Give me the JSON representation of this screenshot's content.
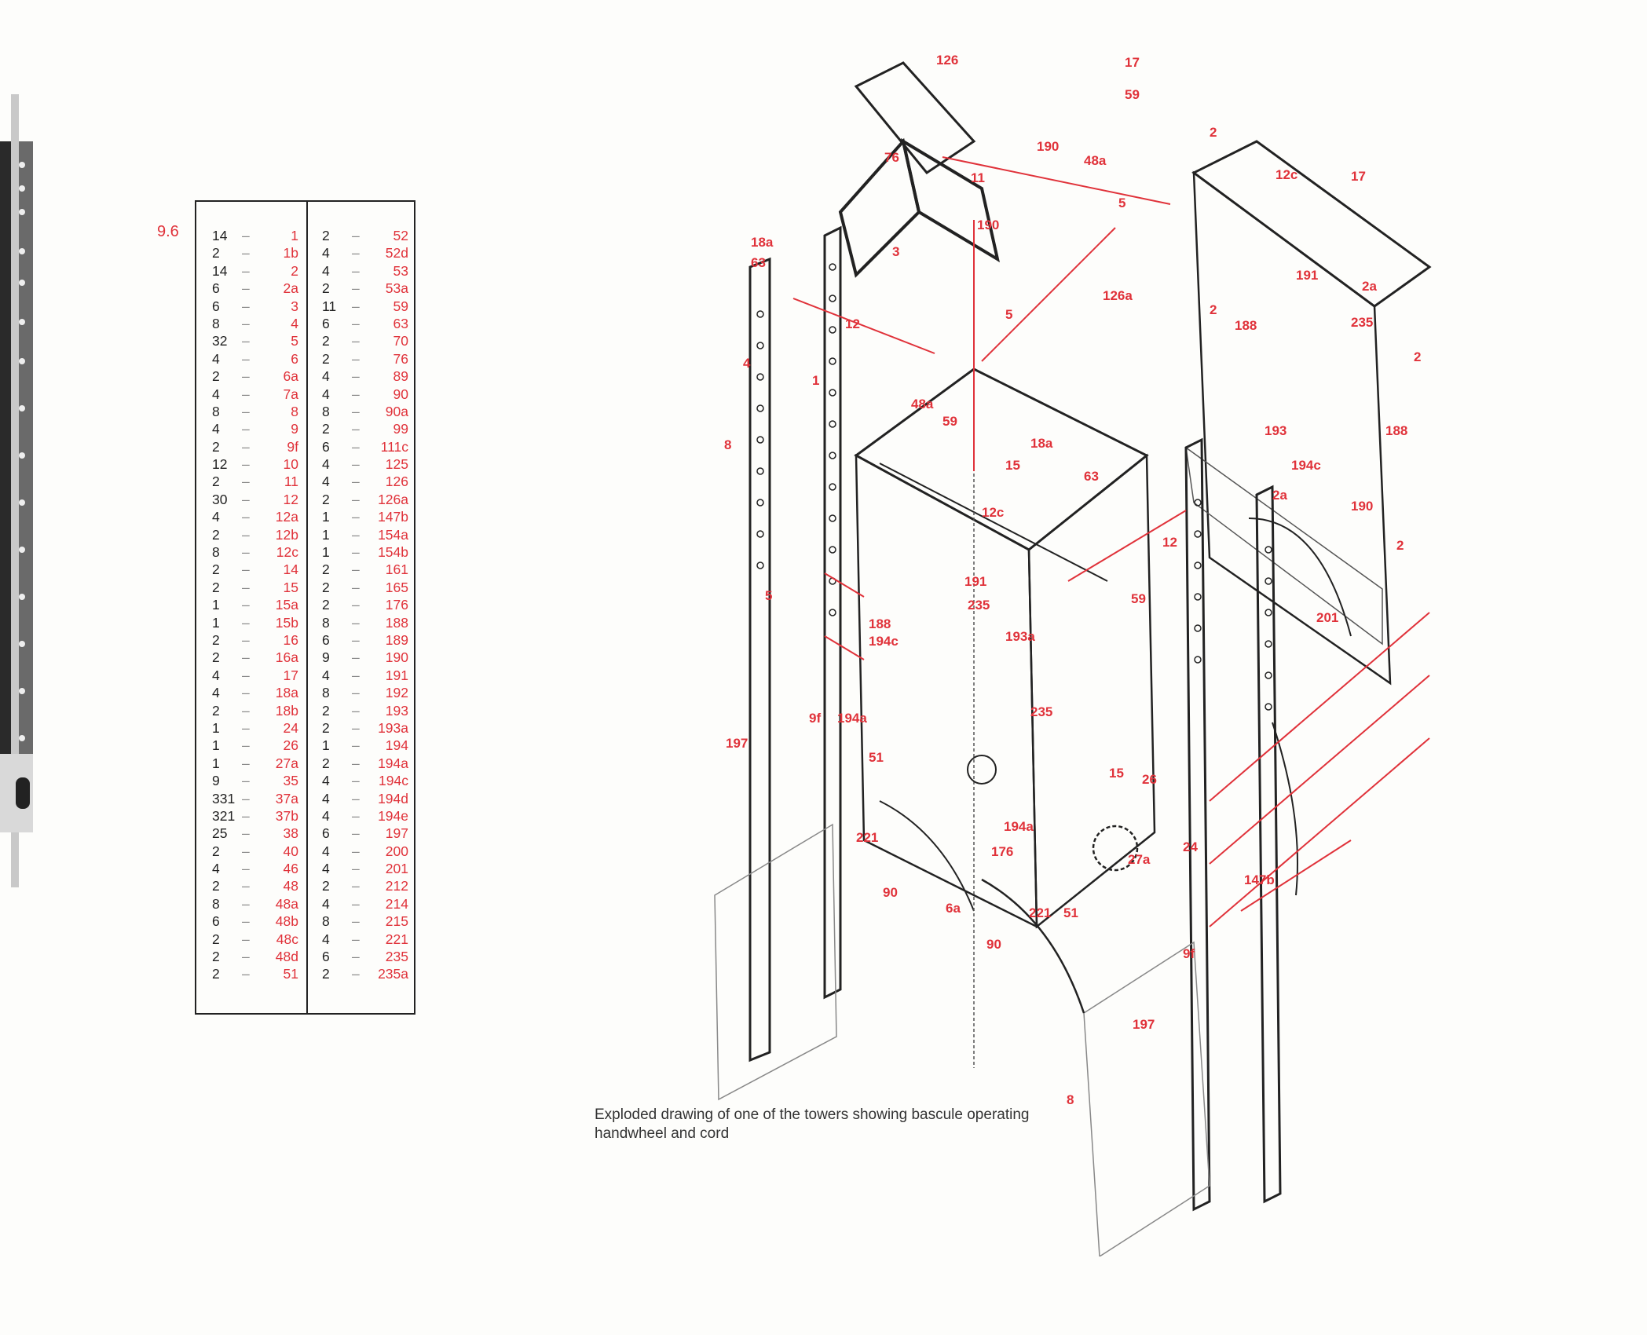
{
  "model_number": "9.6",
  "parts_list": {
    "left": [
      {
        "qty": "14",
        "part": "1"
      },
      {
        "qty": "2",
        "part": "1b"
      },
      {
        "qty": "14",
        "part": "2"
      },
      {
        "qty": "6",
        "part": "2a"
      },
      {
        "qty": "6",
        "part": "3"
      },
      {
        "qty": "8",
        "part": "4"
      },
      {
        "qty": "32",
        "part": "5"
      },
      {
        "qty": "4",
        "part": "6"
      },
      {
        "qty": "2",
        "part": "6a"
      },
      {
        "qty": "4",
        "part": "7a"
      },
      {
        "qty": "8",
        "part": "8"
      },
      {
        "qty": "4",
        "part": "9"
      },
      {
        "qty": "2",
        "part": "9f"
      },
      {
        "qty": "12",
        "part": "10"
      },
      {
        "qty": "2",
        "part": "11"
      },
      {
        "qty": "30",
        "part": "12"
      },
      {
        "qty": "4",
        "part": "12a"
      },
      {
        "qty": "2",
        "part": "12b"
      },
      {
        "qty": "8",
        "part": "12c"
      },
      {
        "qty": "2",
        "part": "14"
      },
      {
        "qty": "2",
        "part": "15"
      },
      {
        "qty": "1",
        "part": "15a"
      },
      {
        "qty": "1",
        "part": "15b"
      },
      {
        "qty": "2",
        "part": "16"
      },
      {
        "qty": "2",
        "part": "16a"
      },
      {
        "qty": "4",
        "part": "17"
      },
      {
        "qty": "4",
        "part": "18a"
      },
      {
        "qty": "2",
        "part": "18b"
      },
      {
        "qty": "1",
        "part": "24"
      },
      {
        "qty": "1",
        "part": "26"
      },
      {
        "qty": "1",
        "part": "27a"
      },
      {
        "qty": "9",
        "part": "35"
      },
      {
        "qty": "331",
        "part": "37a"
      },
      {
        "qty": "321",
        "part": "37b"
      },
      {
        "qty": "25",
        "part": "38"
      },
      {
        "qty": "2",
        "part": "40"
      },
      {
        "qty": "4",
        "part": "46"
      },
      {
        "qty": "2",
        "part": "48"
      },
      {
        "qty": "8",
        "part": "48a"
      },
      {
        "qty": "6",
        "part": "48b"
      },
      {
        "qty": "2",
        "part": "48c"
      },
      {
        "qty": "2",
        "part": "48d"
      },
      {
        "qty": "2",
        "part": "51"
      }
    ],
    "right": [
      {
        "qty": "2",
        "part": "52"
      },
      {
        "qty": "4",
        "part": "52d"
      },
      {
        "qty": "4",
        "part": "53"
      },
      {
        "qty": "2",
        "part": "53a"
      },
      {
        "qty": "11",
        "part": "59"
      },
      {
        "qty": "6",
        "part": "63"
      },
      {
        "qty": "2",
        "part": "70"
      },
      {
        "qty": "2",
        "part": "76"
      },
      {
        "qty": "4",
        "part": "89"
      },
      {
        "qty": "4",
        "part": "90"
      },
      {
        "qty": "8",
        "part": "90a"
      },
      {
        "qty": "2",
        "part": "99"
      },
      {
        "qty": "6",
        "part": "111c"
      },
      {
        "qty": "4",
        "part": "125"
      },
      {
        "qty": "4",
        "part": "126"
      },
      {
        "qty": "2",
        "part": "126a"
      },
      {
        "qty": "1",
        "part": "147b"
      },
      {
        "qty": "1",
        "part": "154a"
      },
      {
        "qty": "1",
        "part": "154b"
      },
      {
        "qty": "2",
        "part": "161"
      },
      {
        "qty": "2",
        "part": "165"
      },
      {
        "qty": "2",
        "part": "176"
      },
      {
        "qty": "8",
        "part": "188"
      },
      {
        "qty": "6",
        "part": "189"
      },
      {
        "qty": "9",
        "part": "190"
      },
      {
        "qty": "4",
        "part": "191"
      },
      {
        "qty": "8",
        "part": "192"
      },
      {
        "qty": "2",
        "part": "193"
      },
      {
        "qty": "2",
        "part": "193a"
      },
      {
        "qty": "1",
        "part": "194"
      },
      {
        "qty": "2",
        "part": "194a"
      },
      {
        "qty": "4",
        "part": "194c"
      },
      {
        "qty": "4",
        "part": "194d"
      },
      {
        "qty": "4",
        "part": "194e"
      },
      {
        "qty": "6",
        "part": "197"
      },
      {
        "qty": "4",
        "part": "200"
      },
      {
        "qty": "4",
        "part": "201"
      },
      {
        "qty": "2",
        "part": "212"
      },
      {
        "qty": "4",
        "part": "214"
      },
      {
        "qty": "8",
        "part": "215"
      },
      {
        "qty": "4",
        "part": "221"
      },
      {
        "qty": "6",
        "part": "235"
      },
      {
        "qty": "2",
        "part": "235a"
      }
    ]
  },
  "dash": "–",
  "diagram_labels": {
    "l126": "126",
    "l17a": "17",
    "l59a": "59",
    "l76": "76",
    "l190a": "190",
    "l48a": "48a",
    "l11": "11",
    "l5a": "5",
    "l190b": "190",
    "l3": "3",
    "l126a": "126a",
    "l5b": "5",
    "l12c_a": "12c",
    "l17b": "17",
    "l2a": "2",
    "l191a": "191",
    "l2a_a": "2a",
    "l2b": "2",
    "l18a_a": "18a",
    "l63a": "63",
    "l4": "4",
    "l12a": "12",
    "l1": "1",
    "l188a": "188",
    "l235a": "235",
    "l2c": "2",
    "l48a_b": "48a",
    "l59b": "59",
    "l193": "193",
    "l188b": "188",
    "l8a": "8",
    "l15a": "15",
    "l18a_b": "18a",
    "l63b": "63",
    "l194c_a": "194c",
    "l2a_b": "2a",
    "l12c_b": "12c",
    "l190c": "190",
    "l12b": "12",
    "l2d": "2",
    "l191b": "191",
    "l59c": "59",
    "l201": "201",
    "l235b": "235",
    "l5c": "5",
    "l188c": "188",
    "l193a": "193a",
    "l194c_b": "194c",
    "l197a": "197",
    "l9f_a": "9f",
    "l194a_a": "194a",
    "l235c": "235",
    "l51a": "51",
    "l15b": "15",
    "l26": "26",
    "l194a_b": "194a",
    "l176": "176",
    "l221a": "221",
    "l27a": "27a",
    "l24": "24",
    "l147b": "147b",
    "l90a": "90",
    "l6a": "6a",
    "l221b": "221",
    "l51b": "51",
    "l90b": "90",
    "l9f_b": "9f",
    "l197b": "197",
    "l8b": "8"
  },
  "caption": "Exploded drawing of one of the towers showing bascule operating handwheel and cord",
  "colors": {
    "label_red": "#e0323a",
    "line": "#222222",
    "paper": "#fdfdfb"
  }
}
